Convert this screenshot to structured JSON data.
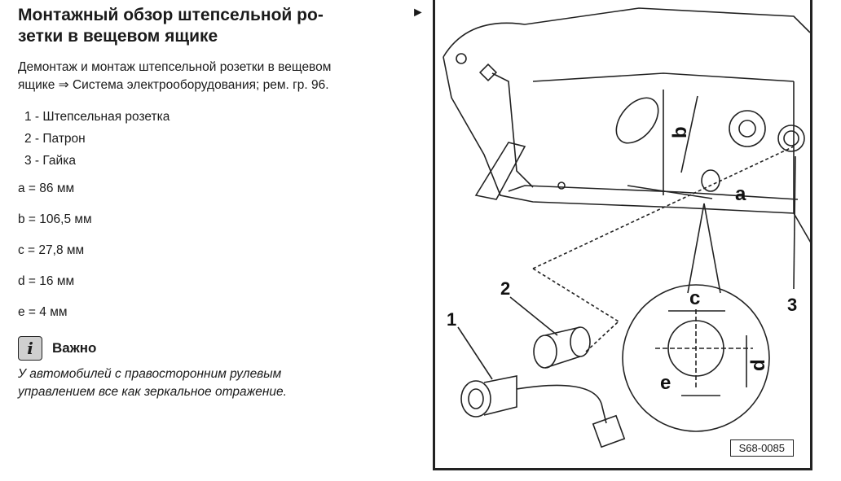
{
  "title_line1": "Монтажный обзор штепсельной ро-",
  "title_line2": "зетки в вещевом ящике",
  "intro_line1": "Демонтаж и монтаж штепсельной розетки в вещевом",
  "intro_line2": "ящике ⇒ Система электрооборудования; рем. гр. 96.",
  "parts": [
    {
      "num": "1",
      "label": "Штепсельная розетка"
    },
    {
      "num": "2",
      "label": "Патрон"
    },
    {
      "num": "3",
      "label": "Гайка"
    }
  ],
  "dimensions": [
    "a = 86 мм",
    "b = 106,5 мм",
    "c = 27,8 мм",
    "d = 16 мм",
    "e = 4 мм"
  ],
  "note": {
    "icon": "i",
    "title": "Важно",
    "line1": "У автомобилей с правосторонним рулевым",
    "line2": "управлением все как зеркальное отражение."
  },
  "arrow": "►",
  "figure": {
    "code": "S68-0085",
    "callouts": [
      "1",
      "2",
      "3"
    ],
    "letters": [
      "a",
      "b",
      "c",
      "d",
      "e"
    ]
  }
}
